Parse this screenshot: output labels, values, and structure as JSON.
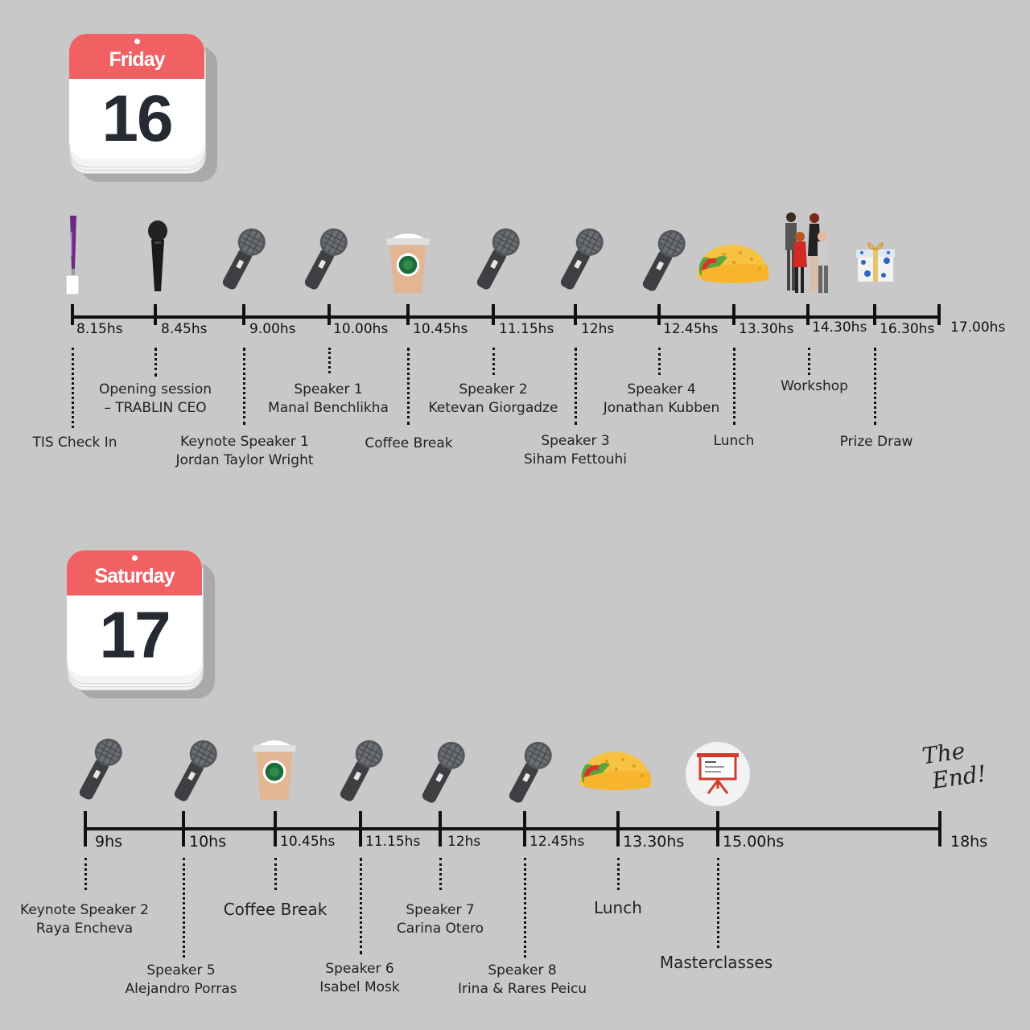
{
  "friday": {
    "calendar": {
      "day_name": "Friday",
      "day_number": "16"
    },
    "times": [
      "8.15hs",
      "8.45hs",
      "9.00hs",
      "10.00hs",
      "10.45hs",
      "11.15hs",
      "12hs",
      "12.45hs",
      "13.30hs",
      "14.30hs",
      "16.30hs",
      "17.00hs"
    ],
    "events": [
      {
        "line1": "TIS Check In",
        "line2": "",
        "icon": "lanyard-badge-icon"
      },
      {
        "line1": "Opening session",
        "line2": "– TRABLIN CEO",
        "icon": "microphone-icon"
      },
      {
        "line1": "Keynote Speaker 1",
        "line2": "Jordan Taylor Wright",
        "icon": "microphone-icon"
      },
      {
        "line1": "Speaker 1",
        "line2": "Manal Benchlikha",
        "icon": "microphone-icon"
      },
      {
        "line1": "Coffee Break",
        "line2": "",
        "icon": "coffee-cup-icon"
      },
      {
        "line1": "Speaker 2",
        "line2": "Ketevan Giorgadze",
        "icon": "microphone-icon"
      },
      {
        "line1": "Speaker 3",
        "line2": "Siham Fettouhi",
        "icon": "microphone-icon"
      },
      {
        "line1": "Speaker 4",
        "line2": "Jonathan Kubben",
        "icon": "microphone-icon"
      },
      {
        "line1": "Lunch",
        "line2": "",
        "icon": "taco-icon"
      },
      {
        "line1": "Workshop",
        "line2": "",
        "icon": "people-group-icon"
      },
      {
        "line1": "Prize Draw",
        "line2": "",
        "icon": "gift-box-icon"
      }
    ]
  },
  "saturday": {
    "calendar": {
      "day_name": "Saturday",
      "day_number": "17"
    },
    "times": [
      "9hs",
      "10hs",
      "10.45hs",
      "11.15hs",
      "12hs",
      "12.45hs",
      "13.30hs",
      "15.00hs",
      "18hs"
    ],
    "events": [
      {
        "line1": "Keynote Speaker 2",
        "line2": "Raya Encheva",
        "icon": "microphone-icon"
      },
      {
        "line1": "Speaker 5",
        "line2": "Alejandro Porras",
        "icon": "microphone-icon"
      },
      {
        "line1": "Coffee Break",
        "line2": "",
        "icon": "coffee-cup-icon"
      },
      {
        "line1": "Speaker 6",
        "line2": "Isabel Mosk",
        "icon": "microphone-icon"
      },
      {
        "line1": "Speaker 7",
        "line2": "Carina Otero",
        "icon": "microphone-icon"
      },
      {
        "line1": "Speaker 8",
        "line2": "Irina & Rares Peicu",
        "icon": "microphone-icon"
      },
      {
        "line1": "Lunch",
        "line2": "",
        "icon": "taco-icon"
      },
      {
        "line1": "Masterclasses",
        "line2": "",
        "icon": "presentation-board-icon"
      }
    ]
  },
  "ending": {
    "line1": "The",
    "line2": "End!"
  }
}
